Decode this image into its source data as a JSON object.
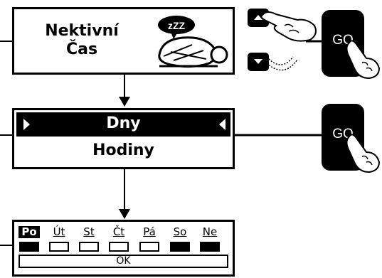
{
  "colors": {
    "ink": "#000000",
    "paper": "#ffffff"
  },
  "screen1": {
    "line1": "Nektivní",
    "line2": "Čas",
    "bubble_text": "zZZ",
    "icon": "sleeping-mouse-icon"
  },
  "nav_buttons": {
    "up_icon": "arrow-up-icon",
    "down_icon": "arrow-down-icon"
  },
  "go_buttons": [
    {
      "label": "GO"
    },
    {
      "label": "GO"
    }
  ],
  "screen2": {
    "selected_item": "Dny",
    "item2": "Hodiny"
  },
  "screen3": {
    "days": [
      {
        "label": "Po",
        "selected": true,
        "active": true
      },
      {
        "label": "Út",
        "selected": false,
        "active": false
      },
      {
        "label": "St",
        "selected": false,
        "active": false
      },
      {
        "label": "Čt",
        "selected": false,
        "active": false
      },
      {
        "label": "Pá",
        "selected": false,
        "active": false
      },
      {
        "label": "So",
        "selected": false,
        "active": true
      },
      {
        "label": "Ne",
        "selected": false,
        "active": true
      }
    ],
    "ok_label": "OK"
  }
}
